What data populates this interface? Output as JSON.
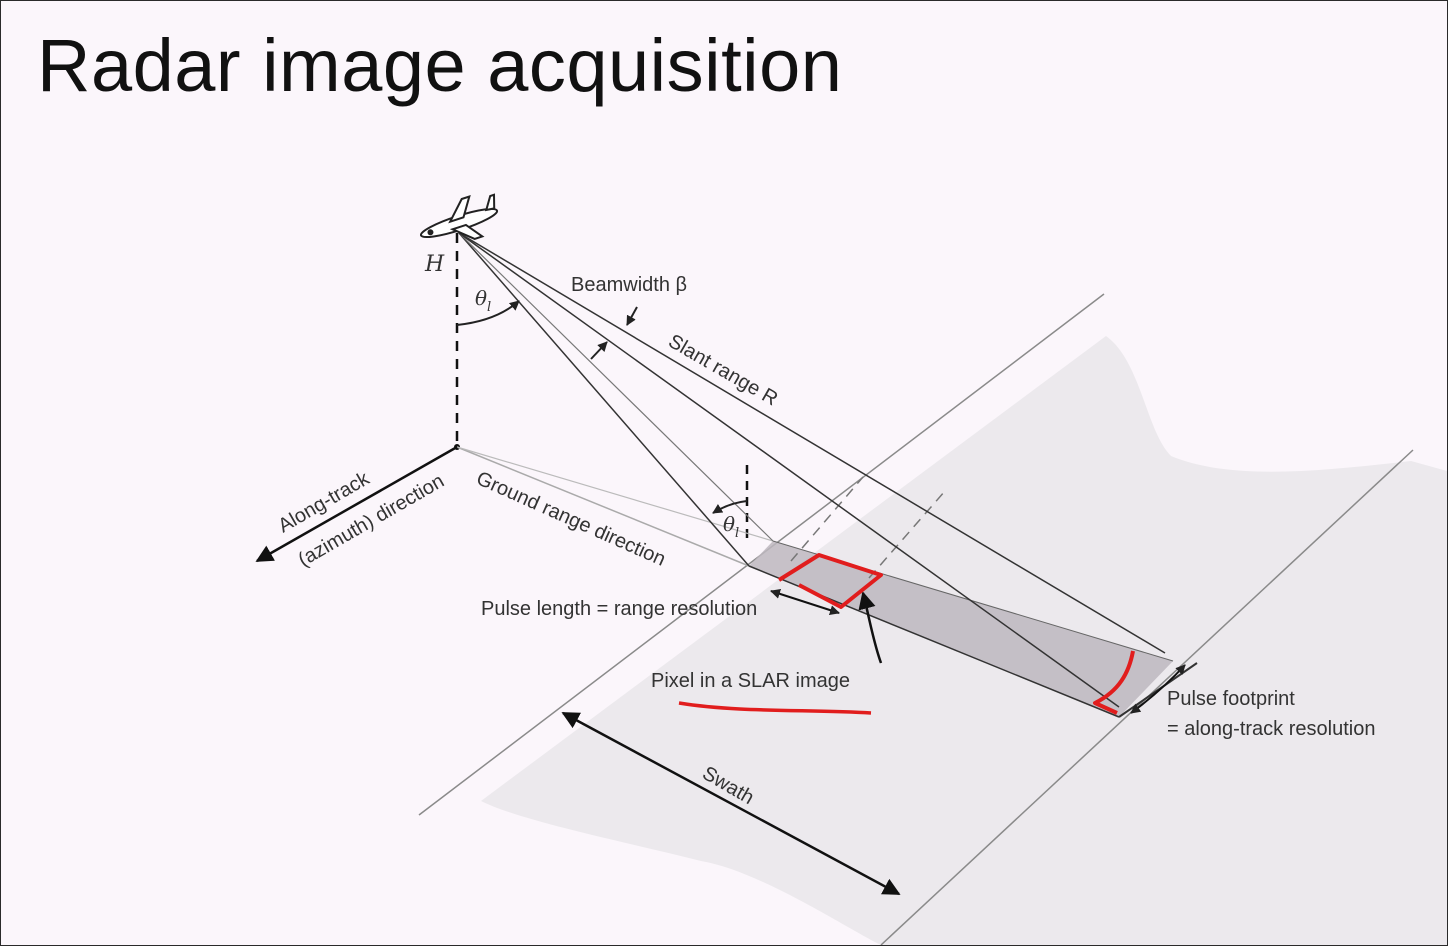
{
  "slide": {
    "title": "Radar image acquisition"
  },
  "diagram": {
    "labels": {
      "height": "H",
      "theta_top": "θ",
      "theta_bottom": "θ",
      "theta_subscript": "l",
      "beamwidth": "Beamwidth β",
      "slant_range": "Slant range R",
      "along_track_1": "Along-track",
      "along_track_2": "(azimuth) direction",
      "ground_range": "Ground range direction",
      "pulse_length": "Pulse length = range resolution",
      "pixel": "Pixel in a SLAR image",
      "pulse_footprint_1": "Pulse footprint",
      "pulse_footprint_2": "= along-track resolution",
      "swath": "Swath"
    },
    "colors": {
      "background": "#fbf6fb",
      "ground_strip": "#e9e6ea",
      "beam_shade": "#c9c4ca",
      "annotation": "#e11d1d",
      "lines": "#333333"
    },
    "icons": [
      "airplane-icon",
      "along-track-arrow-icon",
      "swath-arrow-icon"
    ]
  }
}
